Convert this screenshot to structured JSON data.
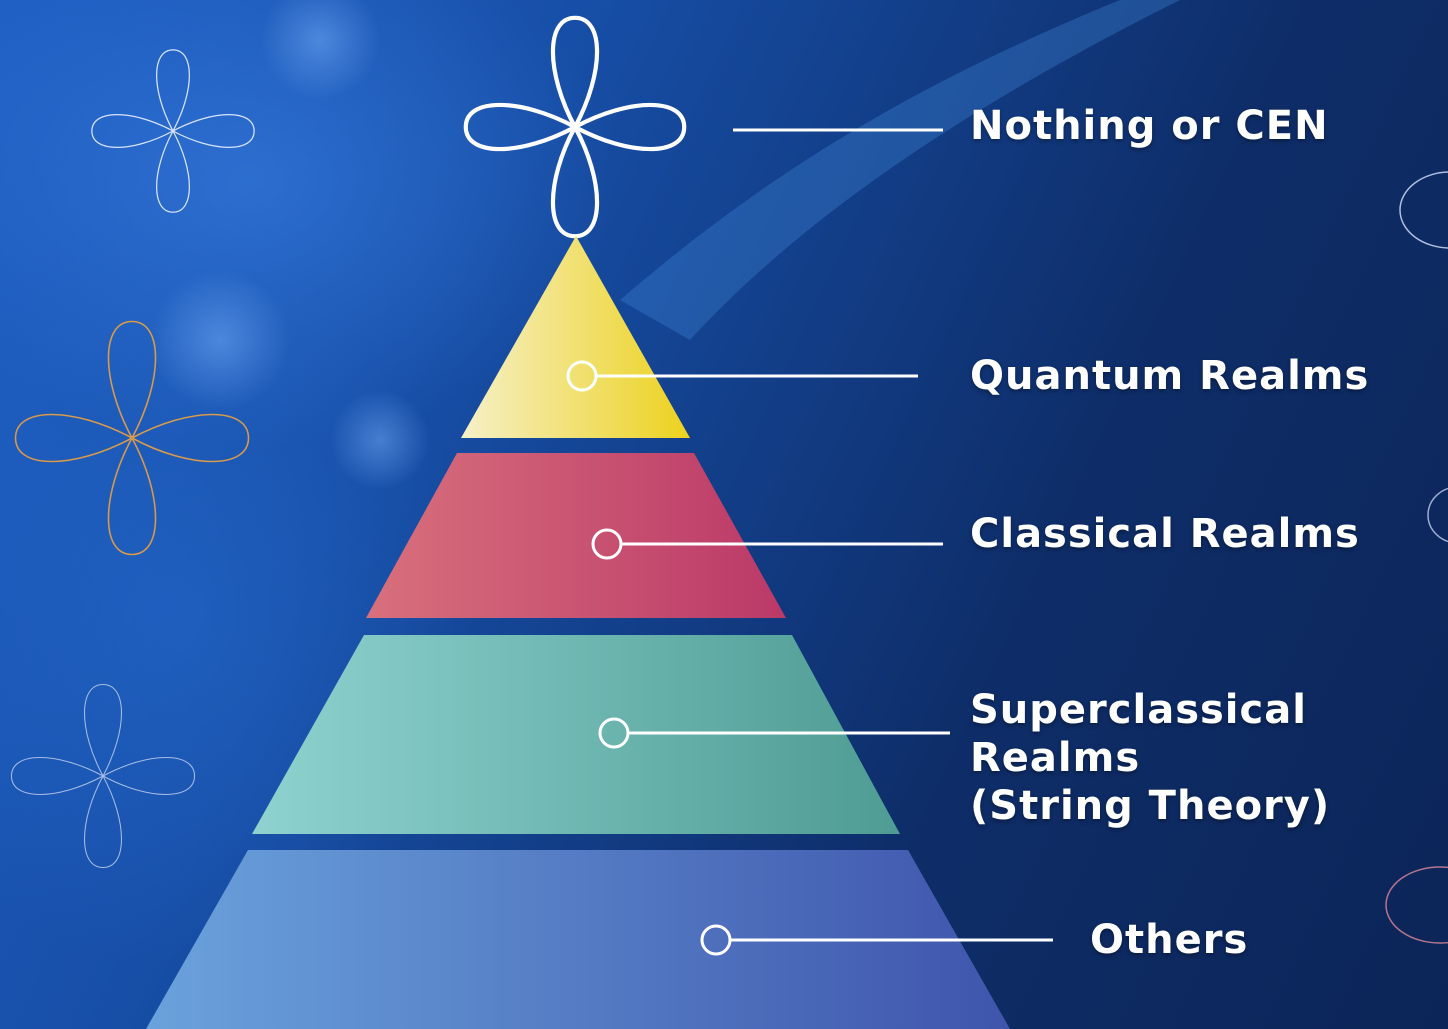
{
  "levels": [
    {
      "id": "nothing",
      "label": "Nothing or CEN"
    },
    {
      "id": "quantum",
      "label": "Quantum Realms",
      "color": "#f0d84a"
    },
    {
      "id": "classical",
      "label": "Classical Realms",
      "color": "#c84a70"
    },
    {
      "id": "superclassical",
      "label_line1": "Superclassical Realms",
      "label_line2": "(String Theory)",
      "color": "#6fb8b0"
    },
    {
      "id": "others",
      "label": "Others",
      "color": "#5a86d0"
    }
  ],
  "colors": {
    "background": "#123d86",
    "quantum_band": "#f0d84a",
    "classical_band": "#c84a70",
    "superclassical_band": "#6fb8b0",
    "others_band": "#5a86d0",
    "ornament_white": "#ffffff",
    "ornament_orange": "#d99a4a",
    "ornament_pink": "#e08a9a"
  }
}
